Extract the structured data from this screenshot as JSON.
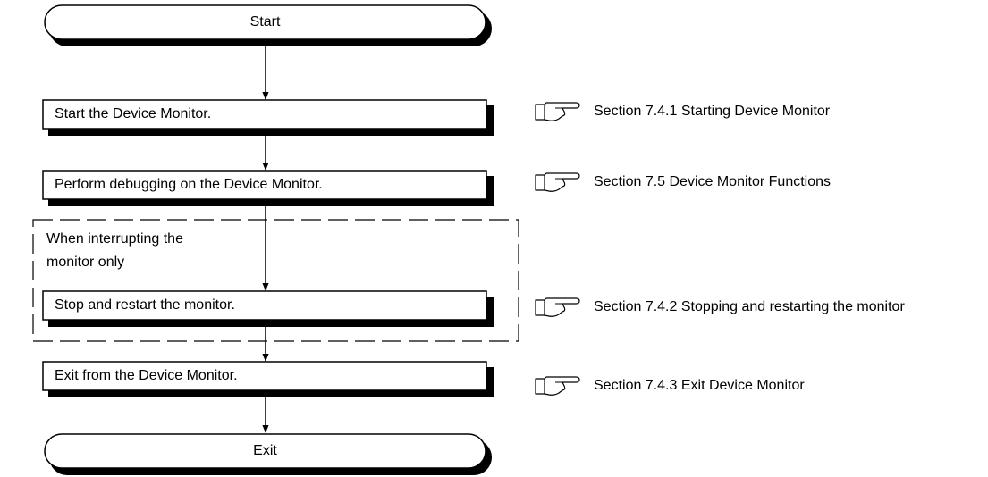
{
  "flowchart": {
    "start_label": "Start",
    "exit_label": "Exit",
    "steps": [
      "Start the Device Monitor.",
      "Perform debugging on the Device Monitor.",
      "Stop and restart the monitor.",
      "Exit from the Device Monitor."
    ],
    "interrupt_note": {
      "line1": "When interrupting the",
      "line2": "monitor only"
    }
  },
  "references": [
    "Section 7.4.1 Starting Device Monitor",
    "Section 7.5 Device Monitor Functions",
    "Section 7.4.2 Stopping and restarting the monitor",
    "Section 7.4.3 Exit Device Monitor"
  ],
  "icons": {
    "reference": "pointing-hand-icon"
  }
}
